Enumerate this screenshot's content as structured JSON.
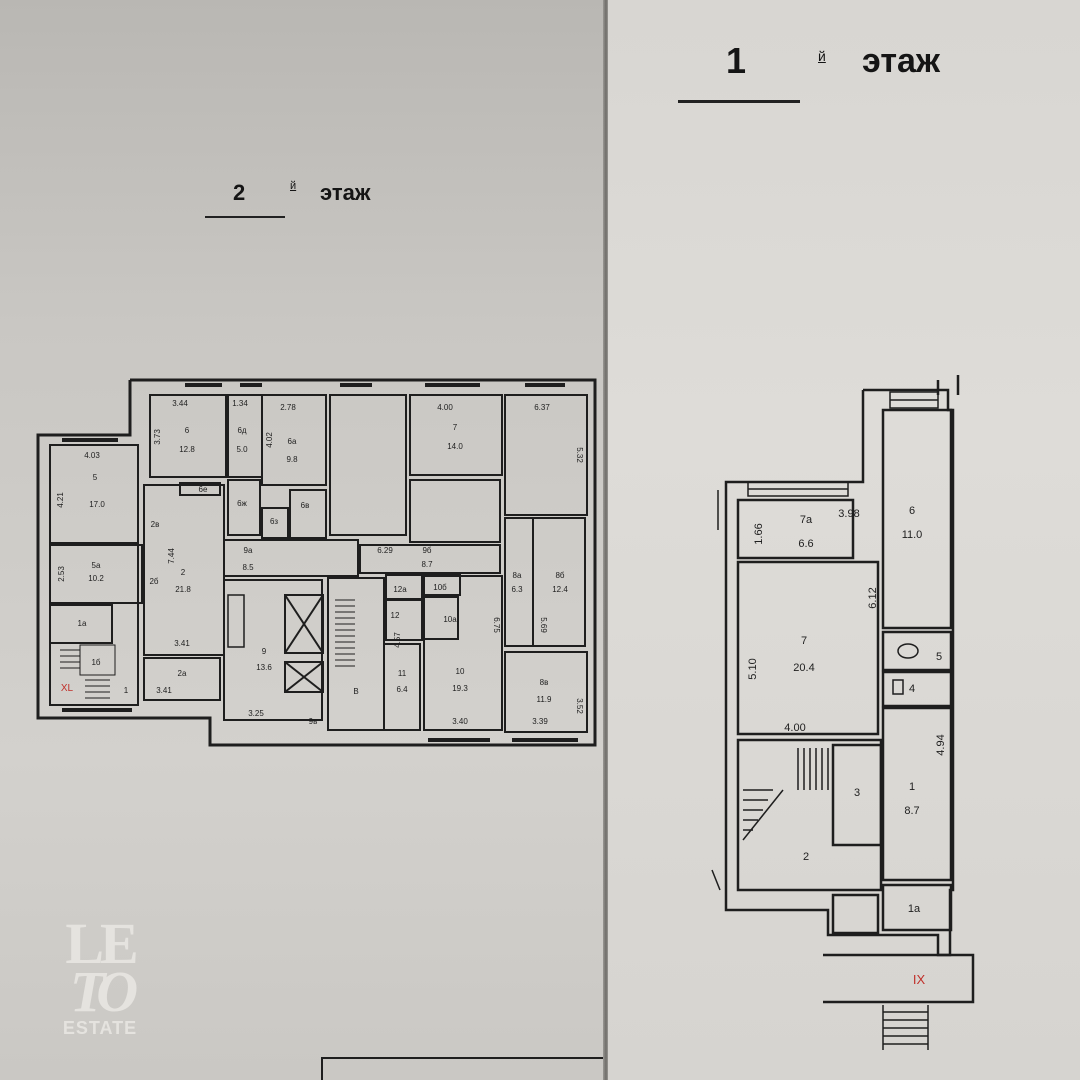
{
  "floor2": {
    "number": "2",
    "superscript": "й",
    "word": "этаж",
    "labels": {
      "d344": "3.44",
      "d134": "1.34",
      "d278": "2.78",
      "d400": "4.00",
      "d637": "6.37",
      "d403": "4.03",
      "d373": "3.73",
      "d402": "4.02",
      "d532": "5.32",
      "d421": "4.21",
      "r6": "6",
      "a6": "12.8",
      "r6d": "6д",
      "a6d": "5.0",
      "r6a": "6а",
      "a6a": "9.8",
      "r7": "7",
      "a7": "14.0",
      "r5": "5",
      "a5": "17.0",
      "r6e": "6е",
      "r6zh": "6ж",
      "r6z": "6з",
      "r6v": "6в",
      "r2v": "2в",
      "d744": "7.44",
      "r2": "2",
      "a2": "21.8",
      "r2b": "2б",
      "r9a": "9а",
      "a9a": "8.5",
      "d629": "6.29",
      "r9b": "9б",
      "a9b": "8.7",
      "r8a": "8а",
      "a8a": "6.3",
      "r8b": "8б",
      "a8b": "12.4",
      "d253": "2.53",
      "r5a": "5а",
      "a5a": "10.2",
      "r12a": "12а",
      "r10b": "10б",
      "r12": "12",
      "r10a": "10а",
      "d675": "6.75",
      "d569": "5.69",
      "r1a": "1а",
      "d341a": "3.41",
      "r9": "9",
      "a9": "13.6",
      "d457": "4.57",
      "r11": "11",
      "a11": "6.4",
      "r10": "10",
      "a10": "19.3",
      "r8v": "8в",
      "a8v": "11.9",
      "d352": "3.52",
      "r1b": "1б",
      "rXL": "XL",
      "r1": "1",
      "d341b": "3.41",
      "r2a": "2а",
      "rB": "В",
      "d325": "3.25",
      "r9v": "9в",
      "d340": "3.40",
      "d339": "3.39"
    }
  },
  "floor1": {
    "number": "1",
    "superscript": "й",
    "word": "этаж",
    "labels": {
      "d166": "1.66",
      "r7a": "7а",
      "a7a": "6.6",
      "d398": "3.98",
      "r6": "6",
      "a6": "11.0",
      "d612": "6.12",
      "d510": "5.10",
      "r7": "7",
      "a7": "20.4",
      "r5": "5",
      "r4": "4",
      "d400": "4.00",
      "d494": "4.94",
      "r3": "3",
      "r1": "1",
      "a1": "8.7",
      "r2": "2",
      "r1a": "1а",
      "rIX": "IX"
    }
  },
  "logo": {
    "line1": "LE",
    "line2": "TO",
    "line3": "ESTATE"
  },
  "colors": {
    "ink": "#1e1e1e",
    "red": "#c0302a",
    "paper": "#d3d1cd",
    "logo": "#e8e6e2"
  }
}
